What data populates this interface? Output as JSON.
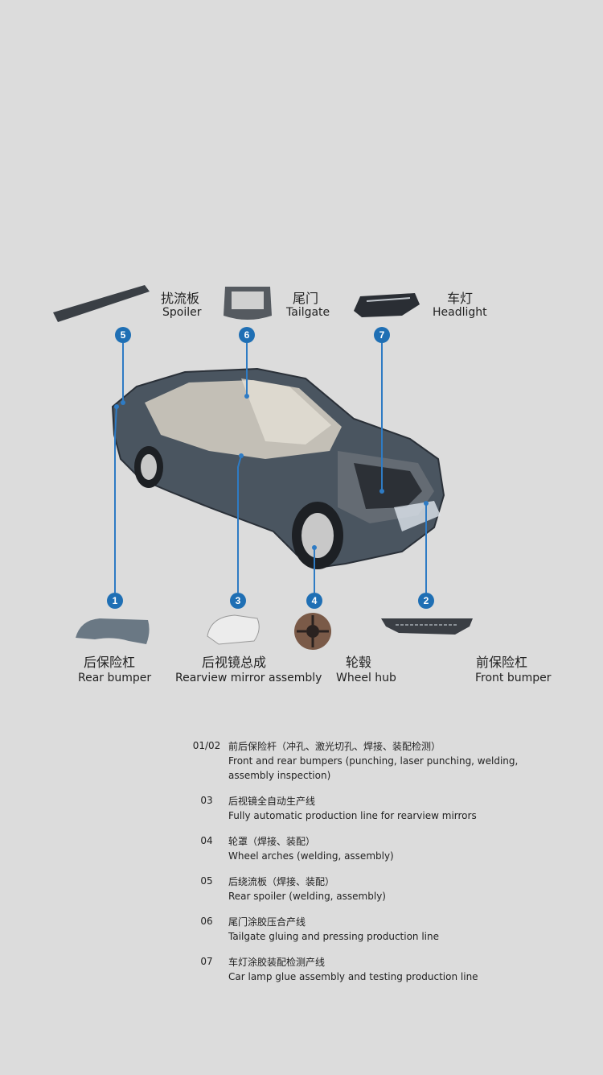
{
  "colors": {
    "background": "#dcdcdc",
    "marker": "#1f6fb4",
    "car_body": "#3a4550"
  },
  "parts": [
    {
      "id": "spoiler",
      "marker": "5",
      "cn": "扰流板",
      "en": "Spoiler"
    },
    {
      "id": "tailgate",
      "marker": "6",
      "cn": "尾门",
      "en": "Tailgate"
    },
    {
      "id": "headlight",
      "marker": "7",
      "cn": "车灯",
      "en": "Headlight"
    },
    {
      "id": "rear-bumper",
      "marker": "1",
      "cn": "后保险杠",
      "en": "Rear bumper"
    },
    {
      "id": "mirror",
      "marker": "3",
      "cn": "后视镜总成",
      "en": "Rearview mirror assembly"
    },
    {
      "id": "wheel-hub",
      "marker": "4",
      "cn": "轮毂",
      "en": "Wheel hub"
    },
    {
      "id": "front-bumper",
      "marker": "2",
      "cn": "前保险杠",
      "en": "Front bumper"
    }
  ],
  "list": [
    {
      "num": "01/02",
      "cn": "前后保险杆（冲孔、激光切孔、焊接、装配检测）",
      "en": "Front and rear bumpers (punching, laser punching, welding, assembly inspection)"
    },
    {
      "num": "03",
      "cn": "后视镜全自动生产线",
      "en": "Fully automatic production line for rearview mirrors"
    },
    {
      "num": "04",
      "cn": "轮罩（焊接、装配）",
      "en": "Wheel arches (welding, assembly)"
    },
    {
      "num": "05",
      "cn": "后绕流板（焊接、装配）",
      "en": "Rear spoiler (welding, assembly)"
    },
    {
      "num": "06",
      "cn": "尾门涂胶压合产线",
      "en": "Tailgate gluing and pressing production line"
    },
    {
      "num": "07",
      "cn": "车灯涂胶装配检测产线",
      "en": "Car lamp glue assembly and testing production line"
    }
  ]
}
